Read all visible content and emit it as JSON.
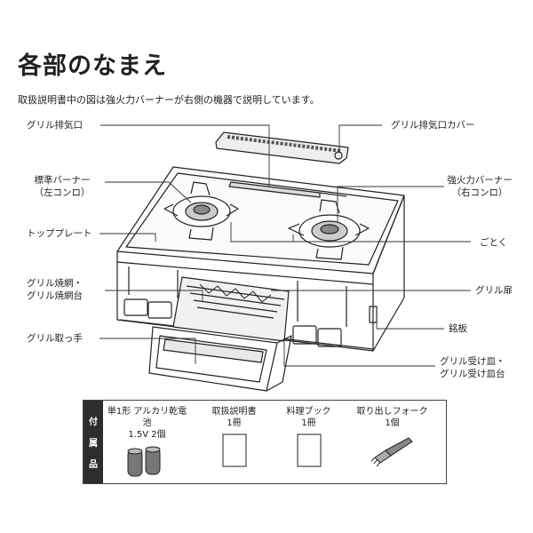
{
  "page": {
    "title": "各部のなまえ",
    "subtitle": "取扱説明書中の図は強火力バーナーが右側の機器で説明しています。"
  },
  "labels": {
    "grill_exhaust": "グリル排気口",
    "grill_exhaust_cover": "グリル排気口カバー",
    "std_burner_1": "標準バーナー",
    "std_burner_2": "（左コンロ）",
    "strong_burner_1": "強火力バーナー",
    "strong_burner_2": "（右コンロ）",
    "top_plate": "トッププレート",
    "gotoku": "ごとく",
    "grill_net_1": "グリル焼網・",
    "grill_net_2": "グリル焼網台",
    "grill_door": "グリル扉",
    "nameplate": "銘板",
    "grill_handle": "グリル取っ手",
    "grill_pan_1": "グリル受け皿・",
    "grill_pan_2": "グリル受け皿台"
  },
  "accessories": {
    "side": [
      "付",
      "属",
      "品"
    ],
    "items": [
      {
        "line1": "単1形 アルカリ乾電池",
        "line2": "1.5V 2個",
        "icon": "battery-icon"
      },
      {
        "line1": "取扱説明書",
        "line2": "1冊",
        "icon": "manual-icon"
      },
      {
        "line1": "料理ブック",
        "line2": "1冊",
        "icon": "cookbook-icon"
      },
      {
        "line1": "取り出しフォーク",
        "line2": "1個",
        "icon": "fork-icon"
      }
    ]
  }
}
